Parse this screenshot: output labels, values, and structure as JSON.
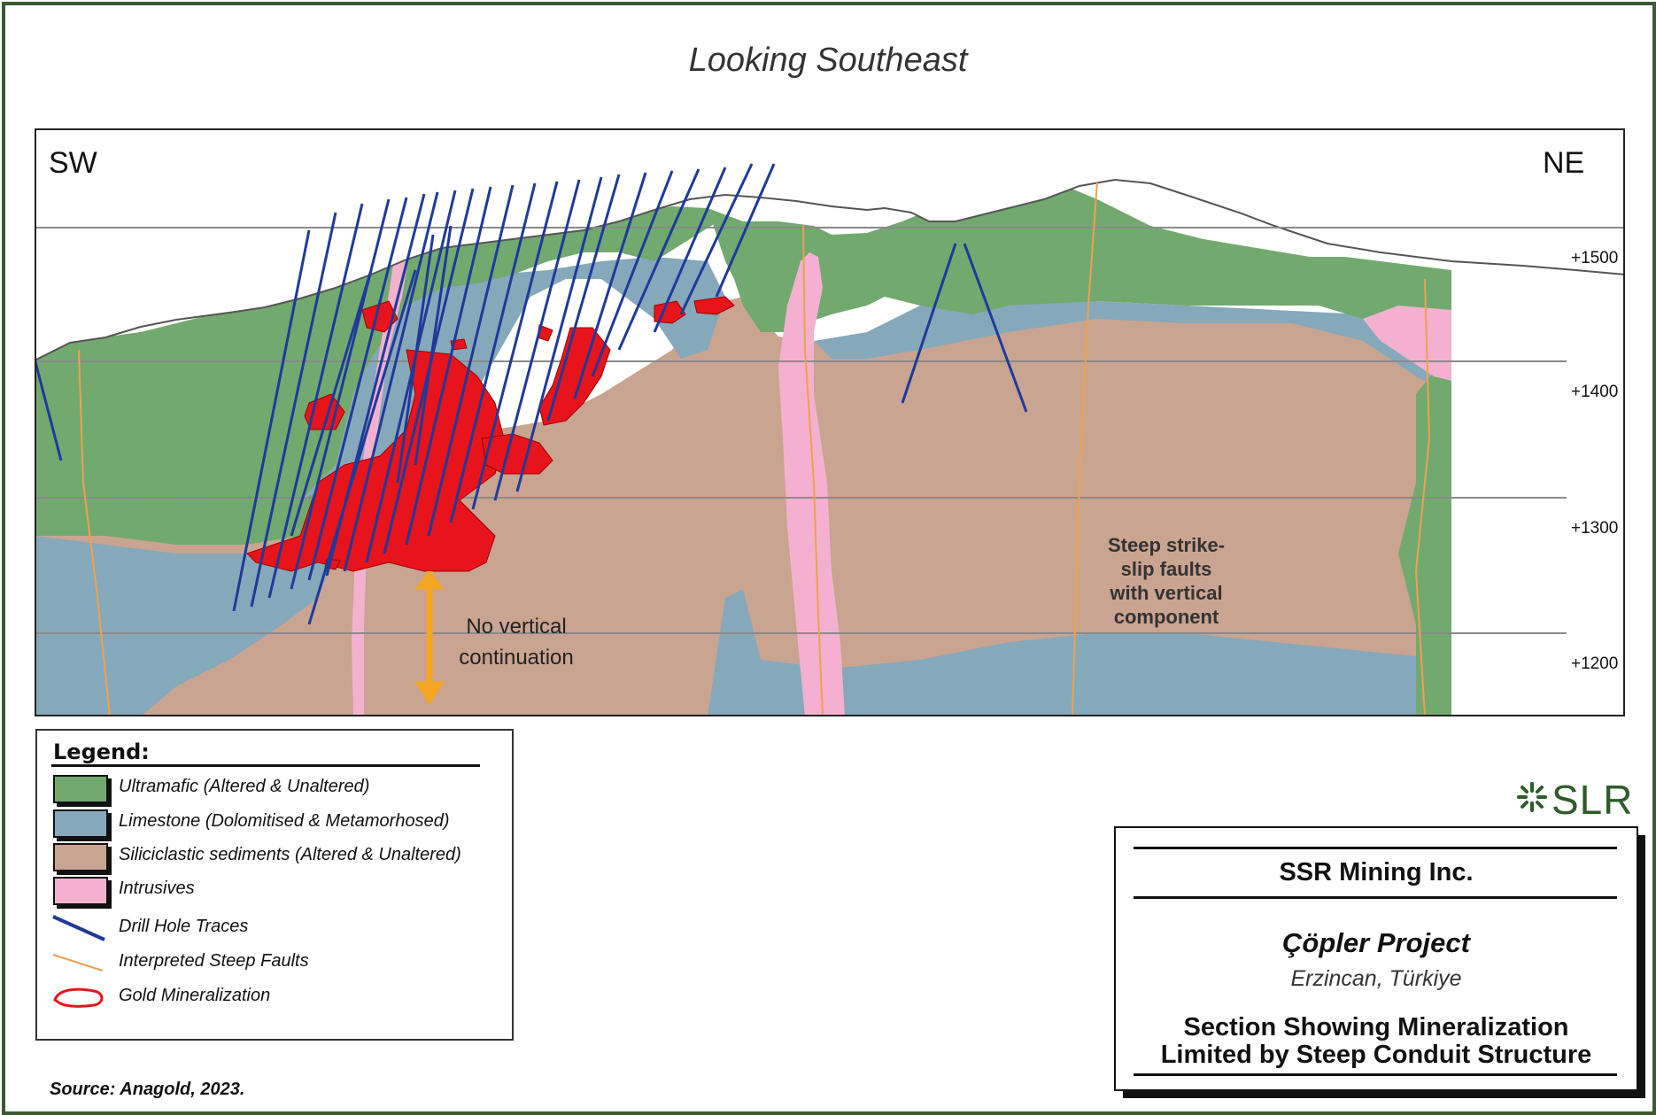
{
  "view_title": "Looking Southeast",
  "section": {
    "sw_label": "SW",
    "ne_label": "NE",
    "elevations": [
      "+1500",
      "+1400",
      "+1300",
      "+1200"
    ],
    "annotation_vertical": [
      "No vertical",
      "continuation"
    ],
    "annotation_faults": [
      "Steep strike-",
      "slip faults",
      "with vertical",
      "component"
    ]
  },
  "colors": {
    "ultramafic": "#72a96f",
    "limestone": "#86a8bb",
    "siliciclastic": "#c9a490",
    "intrusives": "#f3b1cf",
    "drill": "#1f3a9a",
    "fault": "#f0a050",
    "gold": "#e8141b",
    "arrow": "#f5a623",
    "brand": "#2e5c2b"
  },
  "legend": {
    "title": "Legend:",
    "items": [
      {
        "label": "Ultramafic (Altered & Unaltered)",
        "kind": "swatch",
        "color_key": "ultramafic"
      },
      {
        "label": "Limestone (Dolomitised & Metamorhosed)",
        "kind": "swatch",
        "color_key": "limestone"
      },
      {
        "label": "Siliciclastic sediments (Altered & Unaltered)",
        "kind": "swatch",
        "color_key": "siliciclastic"
      },
      {
        "label": "Intrusives",
        "kind": "swatch",
        "color_key": "intrusives"
      },
      {
        "label": "Drill Hole Traces",
        "kind": "drill-line-icon"
      },
      {
        "label": "Interpreted Steep Faults",
        "kind": "fault-line-icon"
      },
      {
        "label": "Gold Mineralization",
        "kind": "gold-outline-icon"
      }
    ]
  },
  "source": "Source: Anagold, 2023.",
  "logo": {
    "text": "SLR",
    "icon": "slr-asterisk-icon"
  },
  "title_block": {
    "company": "SSR Mining Inc.",
    "project": "Çöpler Project",
    "location": "Erzincan, Türkiye",
    "figure_title": [
      "Section Showing Mineralization",
      "Limited by Steep Conduit Structure"
    ]
  }
}
